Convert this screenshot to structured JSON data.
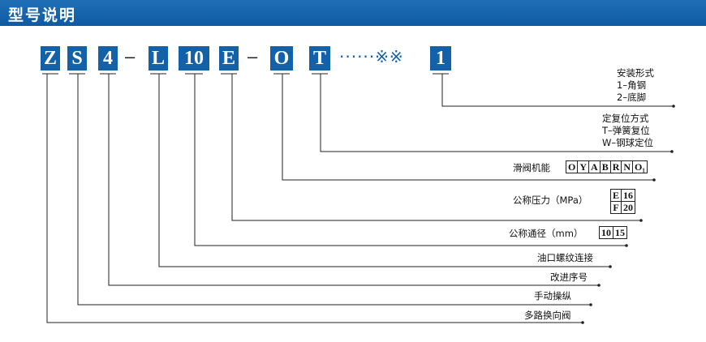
{
  "header": {
    "title": "型号说明",
    "bar_color": "#1361a8"
  },
  "model_code": {
    "segments": [
      "Z",
      "S",
      "4",
      "L",
      "10",
      "E",
      "O",
      "T",
      "1"
    ],
    "separator": "–",
    "dots": "······",
    "placeholder": "※※"
  },
  "labels": {
    "mount": [
      "安装形式",
      "1–角钢",
      "2–底脚"
    ],
    "position": [
      "定复位方式",
      "T–弹簧复位",
      "W–钢球定位"
    ],
    "slide_function": "滑阀机能",
    "slide_options": [
      "O",
      "Y",
      "A",
      "B",
      "R",
      "N",
      "O₁"
    ],
    "pressure": "公称压力（MPa）",
    "pressure_table": [
      [
        "E",
        "16"
      ],
      [
        "F",
        "20"
      ]
    ],
    "diameter": "公称通径（mm）",
    "diameter_options": [
      "10",
      "15"
    ],
    "oil_port": "油口螺纹连接",
    "improvement": "改进序号",
    "manual": "手动操纵",
    "valve": "多路换向阀"
  }
}
